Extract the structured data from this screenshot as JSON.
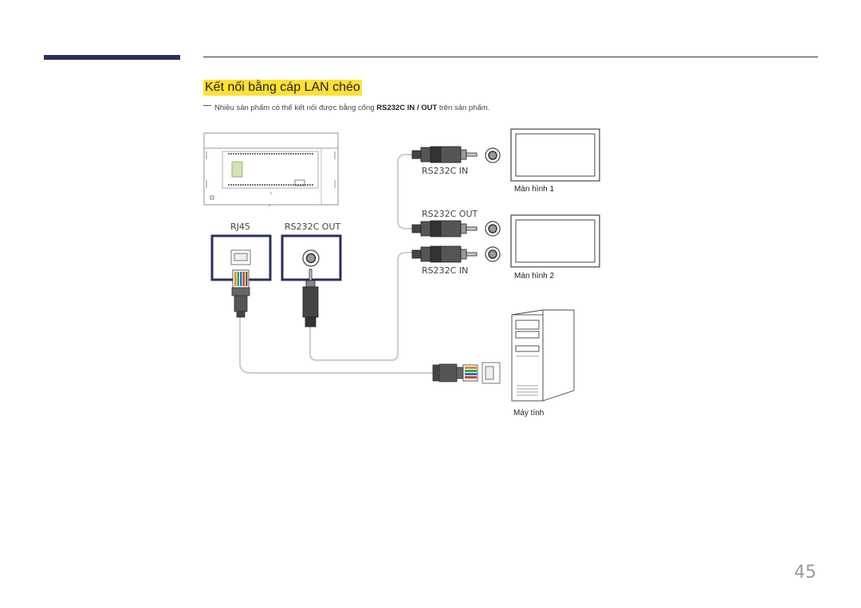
{
  "header": {
    "title": "Kết nối bằng cáp LAN chéo",
    "note_prefix": "Nhiều sản phẩm có thể kết nối được bằng cổng ",
    "note_bold1": "RS232C IN",
    "note_sep": " / ",
    "note_bold2": "OUT",
    "note_suffix": " trên sản phẩm."
  },
  "diagram": {
    "port_rj45": "RJ45",
    "port_rs232c_out_back": "RS232C OUT",
    "port_rs232c_in_1": "RS232C IN",
    "port_rs232c_out": "RS232C OUT",
    "port_rs232c_in_2": "RS232C IN",
    "monitor1_label": "Màn hình 1",
    "monitor2_label": "Màn hình 2",
    "computer_label": "Máy tính"
  },
  "footer": {
    "page_number": "45"
  },
  "colors": {
    "accent_bar": "#2a2f5c",
    "title_highlight": "#ffe033",
    "cable": "#c5d3d6"
  }
}
